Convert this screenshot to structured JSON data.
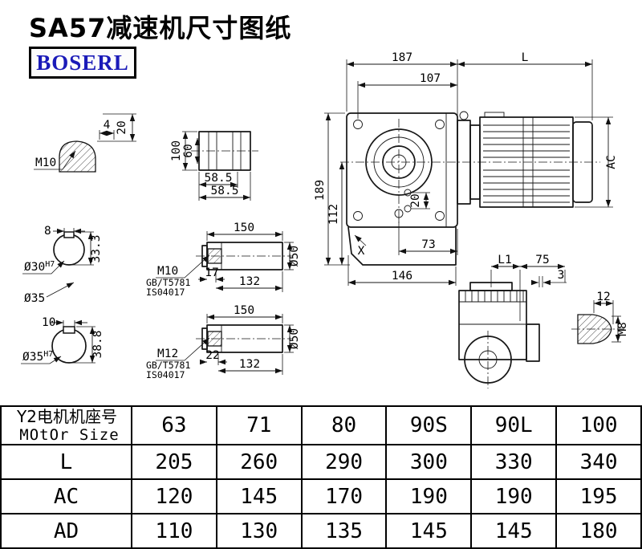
{
  "page": {
    "title": "SA57减速机尺寸图纸",
    "brand": "BOSERL"
  },
  "views": {
    "plug": {
      "dim_4": "4",
      "dim_20": "20",
      "label_m10": "M10"
    },
    "flange": {
      "dim_100": "100",
      "dim_60": "60",
      "dim_585a": "58.5",
      "dim_585b": "58.5"
    },
    "bore30": {
      "dim_8": "8",
      "label_d": "Ø30",
      "label_tol": "H7",
      "dim_333": "33.3"
    },
    "label_o35": "Ø35",
    "bore35": {
      "dim_10": "10",
      "label_d": "Ø35",
      "label_tol": "H7",
      "dim_388": "38.8"
    },
    "shaft1": {
      "dim_150": "150",
      "thread": "M10",
      "std1": "GB/T5781",
      "std2": "IS04017",
      "dim_17": "17",
      "dim_132": "132",
      "dim_o50": "Ø50"
    },
    "shaft2": {
      "dim_150": "150",
      "thread": "M12",
      "std1": "GB/T5781",
      "std2": "IS04017",
      "dim_22": "22",
      "dim_132": "132",
      "dim_o50": "Ø50"
    },
    "main": {
      "dim_187": "187",
      "dim_L": "L",
      "dim_107": "107",
      "dim_189": "189",
      "dim_112": "112",
      "dim_20": "20",
      "dim_73": "73",
      "dim_146": "146",
      "dim_X": "X",
      "dim_AC": "AC"
    },
    "side": {
      "dim_L1": "L1",
      "dim_75": "75",
      "dim_3": "3"
    },
    "plug2": {
      "dim_12": "12",
      "dim_M8": "M8"
    }
  },
  "table": {
    "header": {
      "line1": "Y2电机机座号",
      "line2": "MOtOr Size"
    },
    "columns": [
      "63",
      "71",
      "80",
      "90S",
      "90L",
      "100"
    ],
    "rows": [
      {
        "label": "L",
        "values": [
          "205",
          "260",
          "290",
          "300",
          "330",
          "340"
        ]
      },
      {
        "label": "AC",
        "values": [
          "120",
          "145",
          "170",
          "190",
          "190",
          "195"
        ]
      },
      {
        "label": "AD",
        "values": [
          "110",
          "130",
          "135",
          "145",
          "145",
          "180"
        ]
      }
    ]
  }
}
